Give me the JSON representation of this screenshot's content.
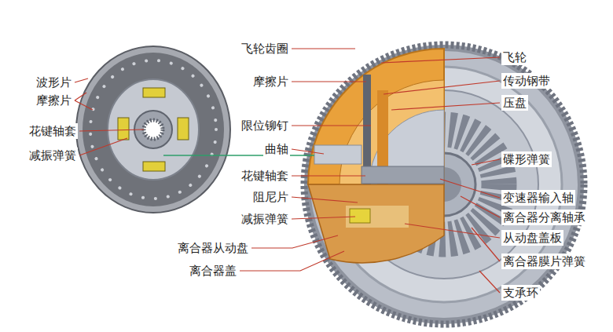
{
  "diagram": {
    "labels": [
      "波形片",
      "摩擦片",
      "花键轴套",
      "减振弹簧",
      "飞轮齿圈",
      "摩擦片",
      "限位铆钉",
      "曲轴",
      "花键轴套",
      "阻尼片",
      "减振弹簧",
      "离合器从动盘",
      "离合器盖",
      "飞轮",
      "传动钢带",
      "压盘",
      "碟形弹簧",
      "变速器输入轴",
      "离合器分离轴承",
      "从动盘盖板",
      "离合器膜片弹簧",
      "支承环"
    ]
  }
}
